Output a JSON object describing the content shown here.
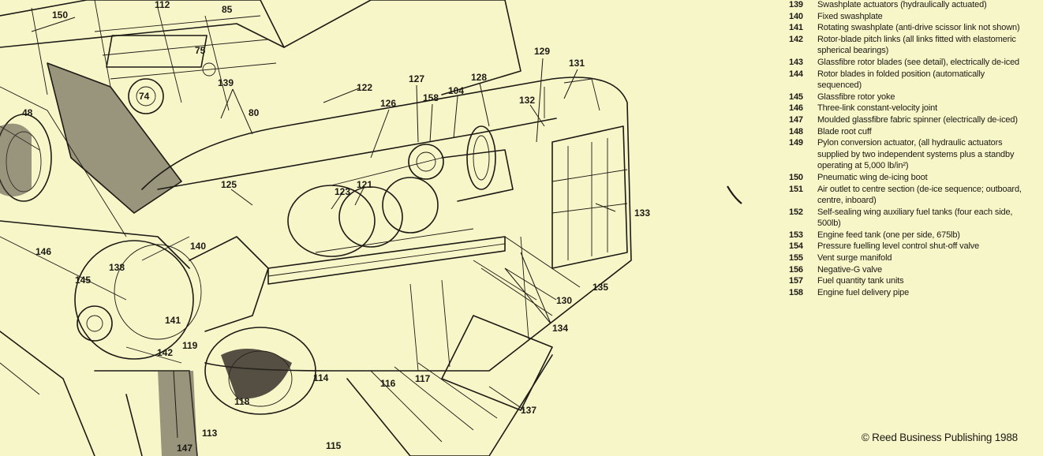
{
  "key": [
    {
      "num": "139",
      "text": "Swashplate actuators (hydraulically actuated)"
    },
    {
      "num": "140",
      "text": "Fixed swashplate"
    },
    {
      "num": "141",
      "text": "Rotating swashplate (anti-drive scissor link not shown)"
    },
    {
      "num": "142",
      "text": "Rotor-blade pitch links (all links fitted with elastomeric spherical bearings)"
    },
    {
      "num": "143",
      "text": "Glassfibre rotor blades (see detail), electrically de-iced"
    },
    {
      "num": "144",
      "text": "Rotor blades in folded position (automatically sequenced)"
    },
    {
      "num": "145",
      "text": "Glassfibre rotor yoke"
    },
    {
      "num": "146",
      "text": "Three-link constant-velocity joint"
    },
    {
      "num": "147",
      "text": "Moulded glassfibre fabric spinner (electrically de-iced)"
    },
    {
      "num": "148",
      "text": "Blade root cuff"
    },
    {
      "num": "149",
      "text": "Pylon conversion actuator, (all hydraulic actuators supplied by two independent systems plus a standby operating at 5,000 lb/in²)"
    },
    {
      "num": "150",
      "text": "Pneumatic wing de-icing boot"
    },
    {
      "num": "151",
      "text": "Air outlet to centre section (de-ice sequence; outboard, centre, inboard)"
    },
    {
      "num": "152",
      "text": "Self-sealing wing auxiliary fuel tanks (four each side, 500lb)"
    },
    {
      "num": "153",
      "text": "Engine feed tank (one per side, 675lb)"
    },
    {
      "num": "154",
      "text": "Pressure fuelling level control shut-off valve"
    },
    {
      "num": "155",
      "text": "Vent surge manifold"
    },
    {
      "num": "156",
      "text": "Negative-G valve"
    },
    {
      "num": "157",
      "text": "Fuel quantity tank units"
    },
    {
      "num": "158",
      "text": "Engine fuel delivery pipe"
    }
  ],
  "callouts": [
    "150",
    "112",
    "85",
    "75",
    "74",
    "139",
    "80",
    "48",
    "122",
    "127",
    "158",
    "104",
    "128",
    "129",
    "131",
    "132",
    "126",
    "125",
    "123",
    "121",
    "146",
    "140",
    "138",
    "145",
    "141",
    "142",
    "119",
    "147",
    "113",
    "118",
    "114",
    "116",
    "117",
    "115",
    "137",
    "134",
    "130",
    "135",
    "133"
  ],
  "copyright": "© Reed Business Publishing 1988"
}
